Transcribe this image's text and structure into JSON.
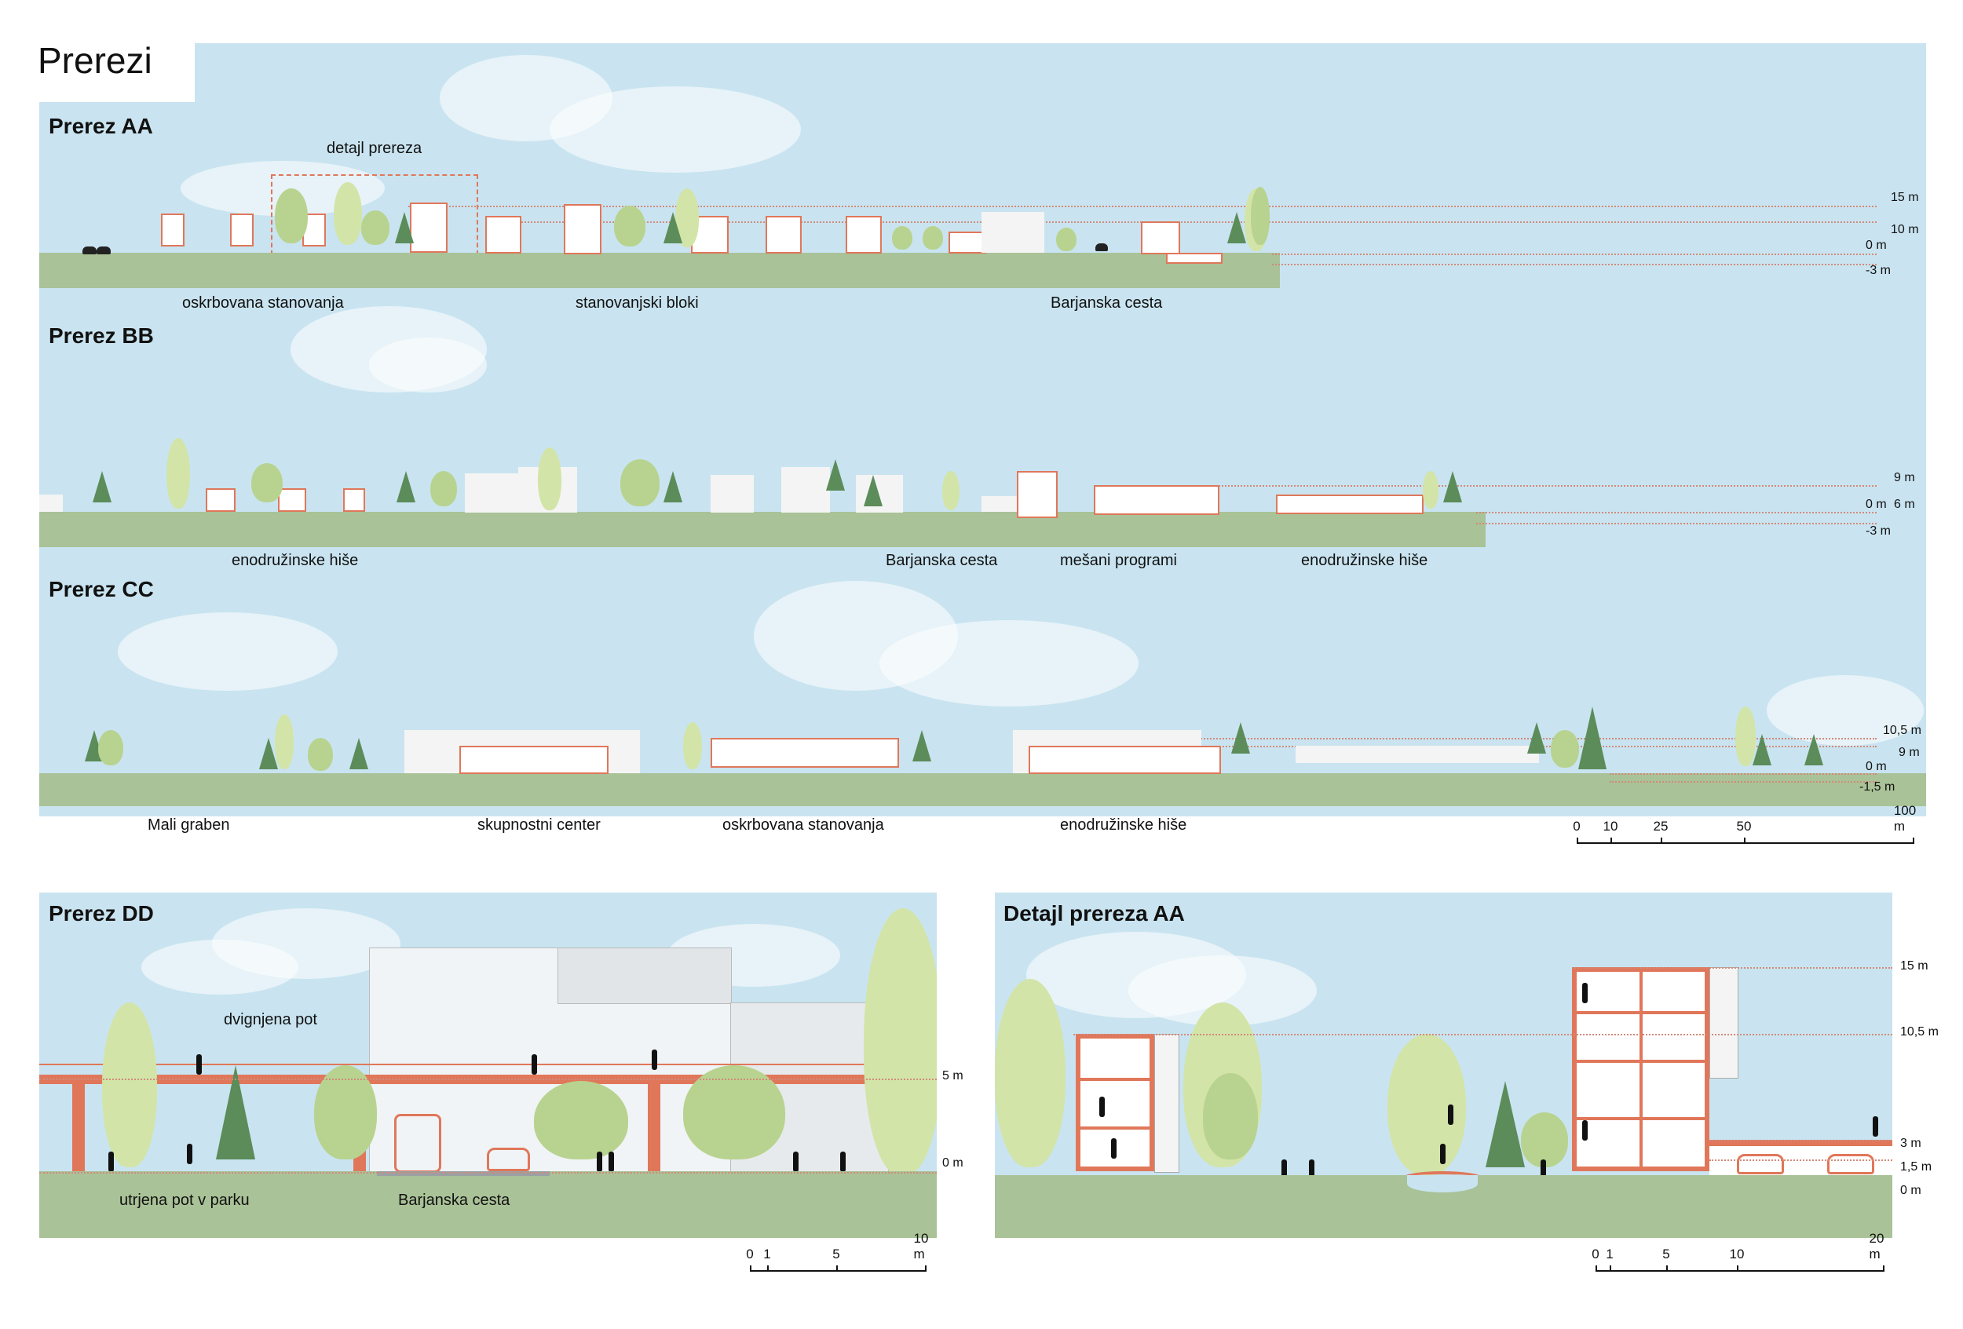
{
  "page_title": "Prerezi",
  "colors": {
    "sky": "#c9e4f0",
    "ground": "#a9c297",
    "accent": "#e0775a",
    "tree": "#b8d38f",
    "conifer": "#5b8c5a"
  },
  "section_aa": {
    "title": "Prerez AA",
    "detail_label": "detajl prereza",
    "labels": [
      "oskrbovana stanovanja",
      "stanovanjski bloki",
      "Barjanska cesta"
    ],
    "levels": [
      "15 m",
      "10 m",
      "0 m",
      "-3 m"
    ]
  },
  "section_bb": {
    "title": "Prerez BB",
    "labels": [
      "enodružinske hiše",
      "Barjanska cesta",
      "mešani programi",
      "enodružinske hiše"
    ],
    "levels": [
      "9 m",
      "0 m",
      "6 m",
      "-3 m"
    ]
  },
  "section_cc": {
    "title": "Prerez CC",
    "labels": [
      "Mali graben",
      "skupnostni center",
      "oskrbovana stanovanja",
      "enodružinske hiše"
    ],
    "levels": [
      "10,5 m",
      "9 m",
      "0 m",
      "-1,5 m"
    ]
  },
  "scale_main": {
    "ticks": [
      "0",
      "10",
      "25",
      "50",
      "100 m"
    ]
  },
  "section_dd": {
    "title": "Prerez DD",
    "labels": [
      "dvignjena pot",
      "utrjena pot v parku",
      "Barjanska cesta"
    ],
    "levels": [
      "5 m",
      "0 m"
    ],
    "scale": [
      "0",
      "1",
      "5",
      "10 m"
    ]
  },
  "detail_aa": {
    "title": "Detajl prereza AA",
    "levels": [
      "15 m",
      "10,5 m",
      "3 m",
      "1,5 m",
      "0 m"
    ],
    "scale": [
      "0",
      "1",
      "5",
      "10",
      "20 m"
    ]
  }
}
